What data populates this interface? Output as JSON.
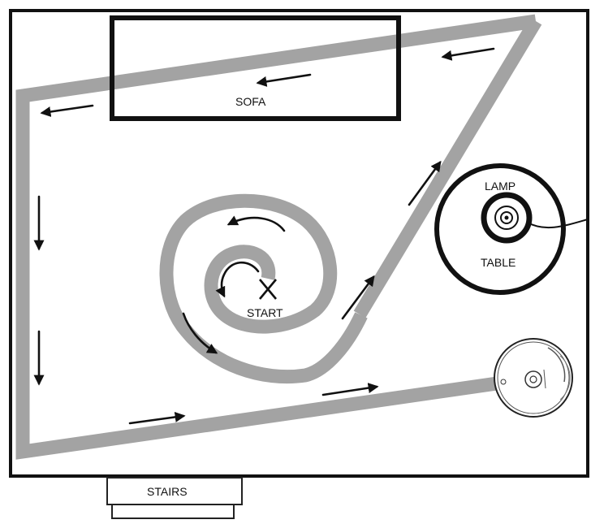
{
  "labels": {
    "sofa": "SOFA",
    "lamp": "LAMP",
    "table": "TABLE",
    "start": "START",
    "stairs": "STAIRS"
  },
  "colors": {
    "path": "#a3a3a3",
    "outline": "#111111",
    "background": "#ffffff"
  },
  "icons": {
    "start_marker": "x-mark-icon",
    "robot": "robot-vacuum-icon",
    "lamp": "lamp-icon"
  }
}
